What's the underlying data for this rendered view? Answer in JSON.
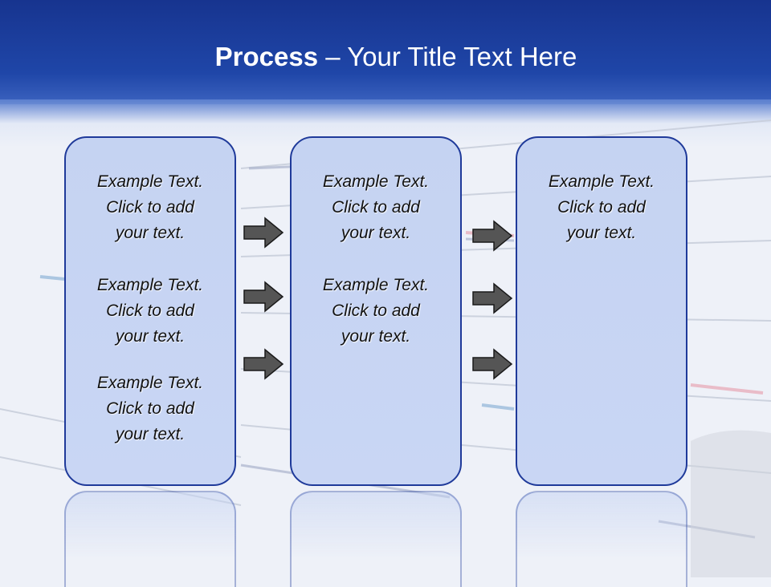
{
  "slide": {
    "title_bold": "Process",
    "title_rest": " – Your Title Text Here"
  },
  "columns": [
    {
      "blocks": [
        [
          "Example Text.",
          "Click  to add",
          "your text."
        ],
        [
          "Example Text.",
          "Click  to add",
          "your text."
        ],
        [
          "Example Text.",
          "Click  to add",
          "your text."
        ]
      ]
    },
    {
      "blocks": [
        [
          "Example Text.",
          "Click  to add",
          "your text."
        ],
        [
          "Example Text.",
          "Click  to add",
          "your text."
        ]
      ]
    },
    {
      "blocks": [
        [
          "Example Text.",
          "Click  to add",
          "your text."
        ]
      ]
    }
  ],
  "colors": {
    "header": "#1f46a8",
    "box_fill": "#c5d3f2",
    "box_border": "#1f3a9a",
    "arrow_fill": "#555555"
  },
  "icons": [
    "right-arrow-icon"
  ]
}
